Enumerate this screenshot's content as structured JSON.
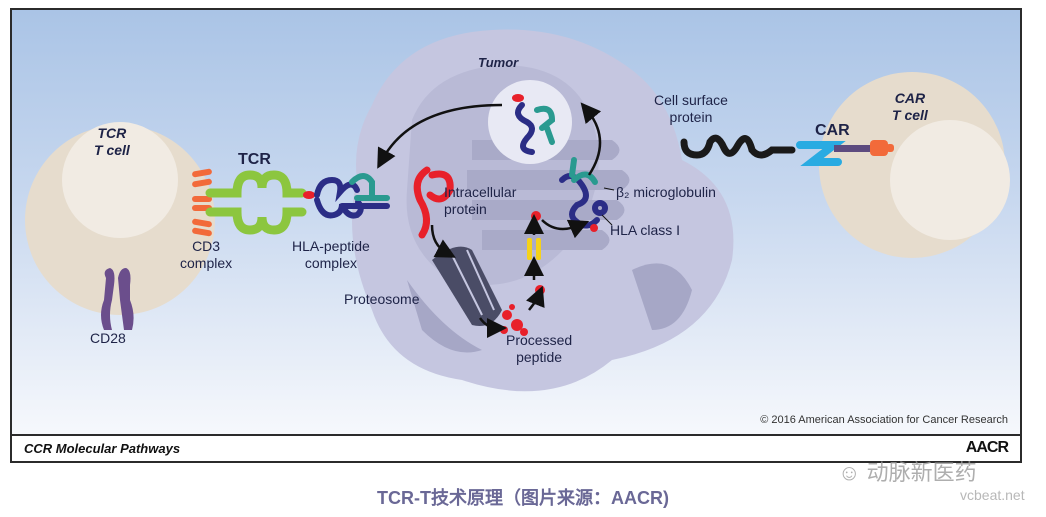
{
  "diagram": {
    "labels": {
      "tcr_t_cell": [
        "TCR",
        "T cell"
      ],
      "tcr": "TCR",
      "cd3_complex": [
        "CD3",
        "complex"
      ],
      "cd28": "CD28",
      "hla_peptide_complex": [
        "HLA-peptide",
        "complex"
      ],
      "tumor": "Tumor",
      "intracellular_protein": [
        "Intracellular",
        "protein"
      ],
      "proteosome": "Proteosome",
      "processed_peptide": [
        "Processed",
        "peptide"
      ],
      "beta2_microglobulin": "β₂ microglobulin",
      "hla_class_i": "HLA class I",
      "cell_surface_protein": [
        "Cell surface",
        "protein"
      ],
      "car": "CAR",
      "car_t_cell": [
        "CAR",
        "T cell"
      ]
    },
    "copyright": "© 2016 American Association for Cancer Research",
    "footer_title": "CCR Molecular Pathways",
    "footer_logo": "AACR"
  },
  "colors": {
    "tcr_green": "#8cc63f",
    "cd3_orange": "#f26a3a",
    "hla_navy": "#2b2d86",
    "b2m_teal": "#2a9a90",
    "peptide_red": "#e8202a",
    "cd28_purple": "#6b4e8c",
    "car_blue": "#29abe2",
    "car_orange": "#f26a3a",
    "car_purple": "#5d4b7f",
    "tcell_beige": "#e6dccd",
    "tumor_lavender": "#c5c6e0"
  },
  "caption": "TCR-T技术原理（图片来源：AACR)",
  "watermark": {
    "wechat": "动脉新医药",
    "site": "vcbeat.net"
  }
}
